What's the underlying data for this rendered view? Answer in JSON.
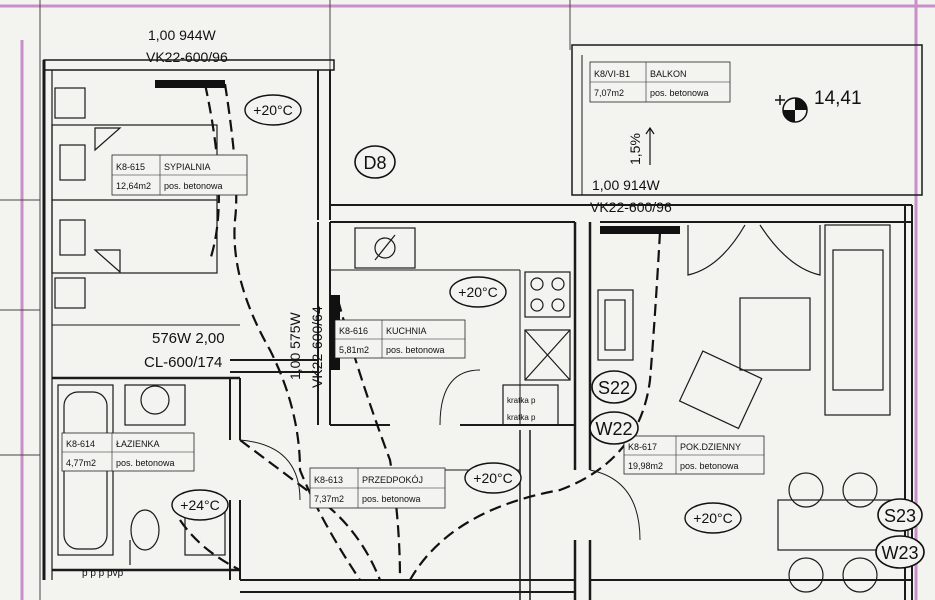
{
  "rooms": [
    {
      "code": "K8-615",
      "name": "SYPIALNIA",
      "area": "12,64m2",
      "floor": "pos. betonowa"
    },
    {
      "code": "K8-616",
      "name": "KUCHNIA",
      "area": "5,81m2",
      "floor": "pos. betonowa"
    },
    {
      "code": "K8-614",
      "name": "ŁAZIENKA",
      "area": "4,77m2",
      "floor": "pos. betonowa"
    },
    {
      "code": "K8-613",
      "name": "PRZEDPOKÓJ",
      "area": "7,37m2",
      "floor": "pos. betonowa"
    },
    {
      "code": "K8-617",
      "name": "POK.DZIENNY",
      "area": "19,98m2",
      "floor": "pos. betonowa"
    },
    {
      "code": "K8/VI-B1",
      "name": "BALKON",
      "area": "7,07m2",
      "floor": "pos. betonowa"
    }
  ],
  "radiators": {
    "bedroom": {
      "line1": "1,00  944W",
      "line2": "VK22-600/96"
    },
    "living": {
      "line1": "1,00  914W",
      "line2": "VK22-600/96"
    },
    "kitchen": {
      "line1": "1,00  575W",
      "line2": "VK22-600/64"
    },
    "bathroom": {
      "line1": "576W  2,00",
      "line2": "CL-600/174"
    }
  },
  "temperatures": {
    "bedroom": "+20°C",
    "kitchen": "+20°C",
    "hall": "+20°C",
    "living": "+20°C",
    "bathroom": "+24°C"
  },
  "tags": {
    "d8": "D8",
    "s22": "S22",
    "w22": "W22",
    "s23": "S23",
    "w23": "W23"
  },
  "elevation": "14,41",
  "slope": "1,5%",
  "kitchen_sockets": [
    "kratka p",
    "kratka p"
  ],
  "bathroom_vents": "p  p  p  pvp",
  "colors": {
    "line": "#1a1a1a",
    "paper": "#f3f3f0",
    "accent": "#c98fc7"
  }
}
